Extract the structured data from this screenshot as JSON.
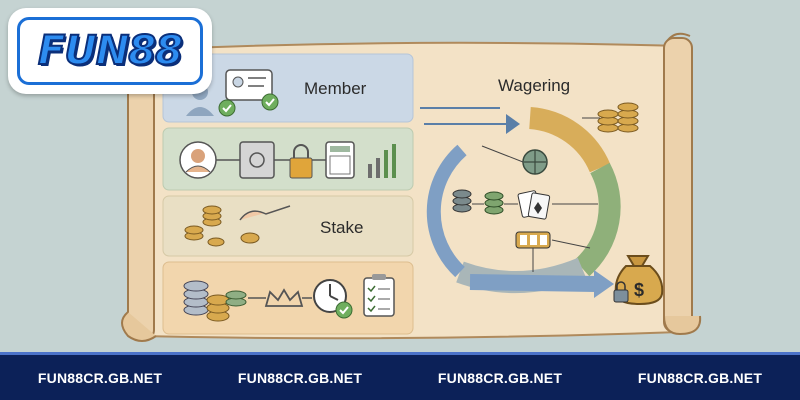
{
  "logo": {
    "text": "FUN88"
  },
  "scroll": {
    "left_panels": [
      {
        "label": "Member"
      },
      {
        "label": ""
      },
      {
        "label": "Stake"
      },
      {
        "label": ""
      }
    ],
    "right_title": "Wagering",
    "money_bag_symbol": "$"
  },
  "footer": {
    "items": [
      "FUN88CR.GB.NET",
      "FUN88CR.GB.NET",
      "FUN88CR.GB.NET",
      "FUN88CR.GB.NET"
    ]
  },
  "colors": {
    "background": "#c5d3d2",
    "footer": "#0c2158",
    "parchment": "#f3e2c6",
    "panel_blue": "#cbd8e6",
    "panel_green": "#d3dfcb",
    "panel_orange": "#f2d6ad",
    "ring_gold": "#d8ad5a",
    "ring_green": "#8fb07a",
    "ring_blue": "#7f9fc4"
  }
}
